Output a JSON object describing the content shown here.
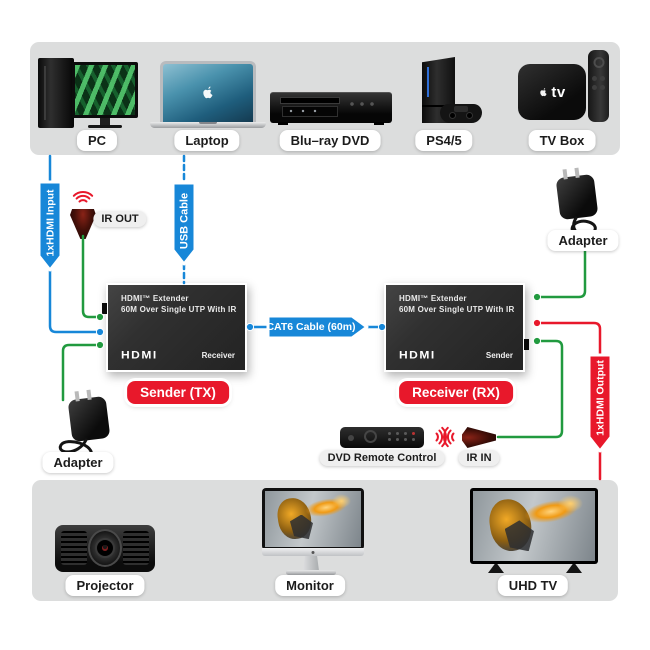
{
  "diagram": {
    "top_devices": [
      {
        "label": "PC"
      },
      {
        "label": "Laptop"
      },
      {
        "label": "Blu–ray DVD"
      },
      {
        "label": "PS4/5"
      },
      {
        "label": "TV Box"
      }
    ],
    "bottom_devices": [
      {
        "label": "Projector"
      },
      {
        "label": "Monitor"
      },
      {
        "label": "UHD TV"
      }
    ],
    "banners": {
      "hdmi_input": "1xHDMI Input",
      "usb_cable": "USB Cable",
      "cat6_cable": "CAT6 Cable (60m)",
      "hdmi_output": "1xHDMI Output"
    },
    "sender": {
      "title": "HDMI™ Extender",
      "subtitle": "60M Over Single UTP With IR",
      "logo": "HDMI",
      "port_label": "Receiver",
      "tag": "Sender (TX)"
    },
    "receiver": {
      "title": "HDMI™ Extender",
      "subtitle": "60M Over Single UTP With IR",
      "logo": "HDMI",
      "port_label": "Sender",
      "tag": "Receiver (RX)"
    },
    "ir": {
      "out_label": "IR OUT",
      "in_label": "IR IN",
      "remote_label": "DVD Remote Control"
    },
    "adapter_left_label": "Adapter",
    "adapter_right_label": "Adapter",
    "tv_box_text": "tv",
    "colors": {
      "blue": "#1787d8",
      "red": "#e8182b",
      "green": "#219a3f",
      "panel_gray": "#dcdddd"
    }
  }
}
